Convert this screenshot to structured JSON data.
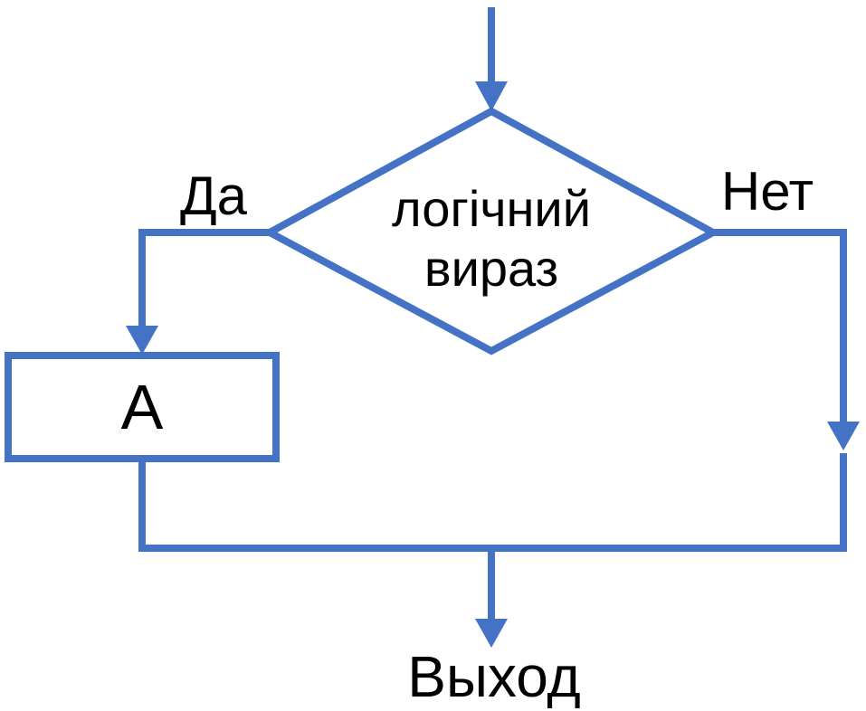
{
  "diagram": {
    "type": "flowchart",
    "colors": {
      "accent": "#4472C4",
      "text": "#000000",
      "background": "#FFFFFF"
    },
    "decision": {
      "shape": "diamond",
      "label": "логічний вираз",
      "label_line1": "логічний",
      "label_line2": "вираз"
    },
    "branch_yes": {
      "label": "Да"
    },
    "branch_no": {
      "label": "Нет"
    },
    "process": {
      "shape": "rectangle",
      "label": "А"
    },
    "exit": {
      "label": "Выход"
    }
  }
}
